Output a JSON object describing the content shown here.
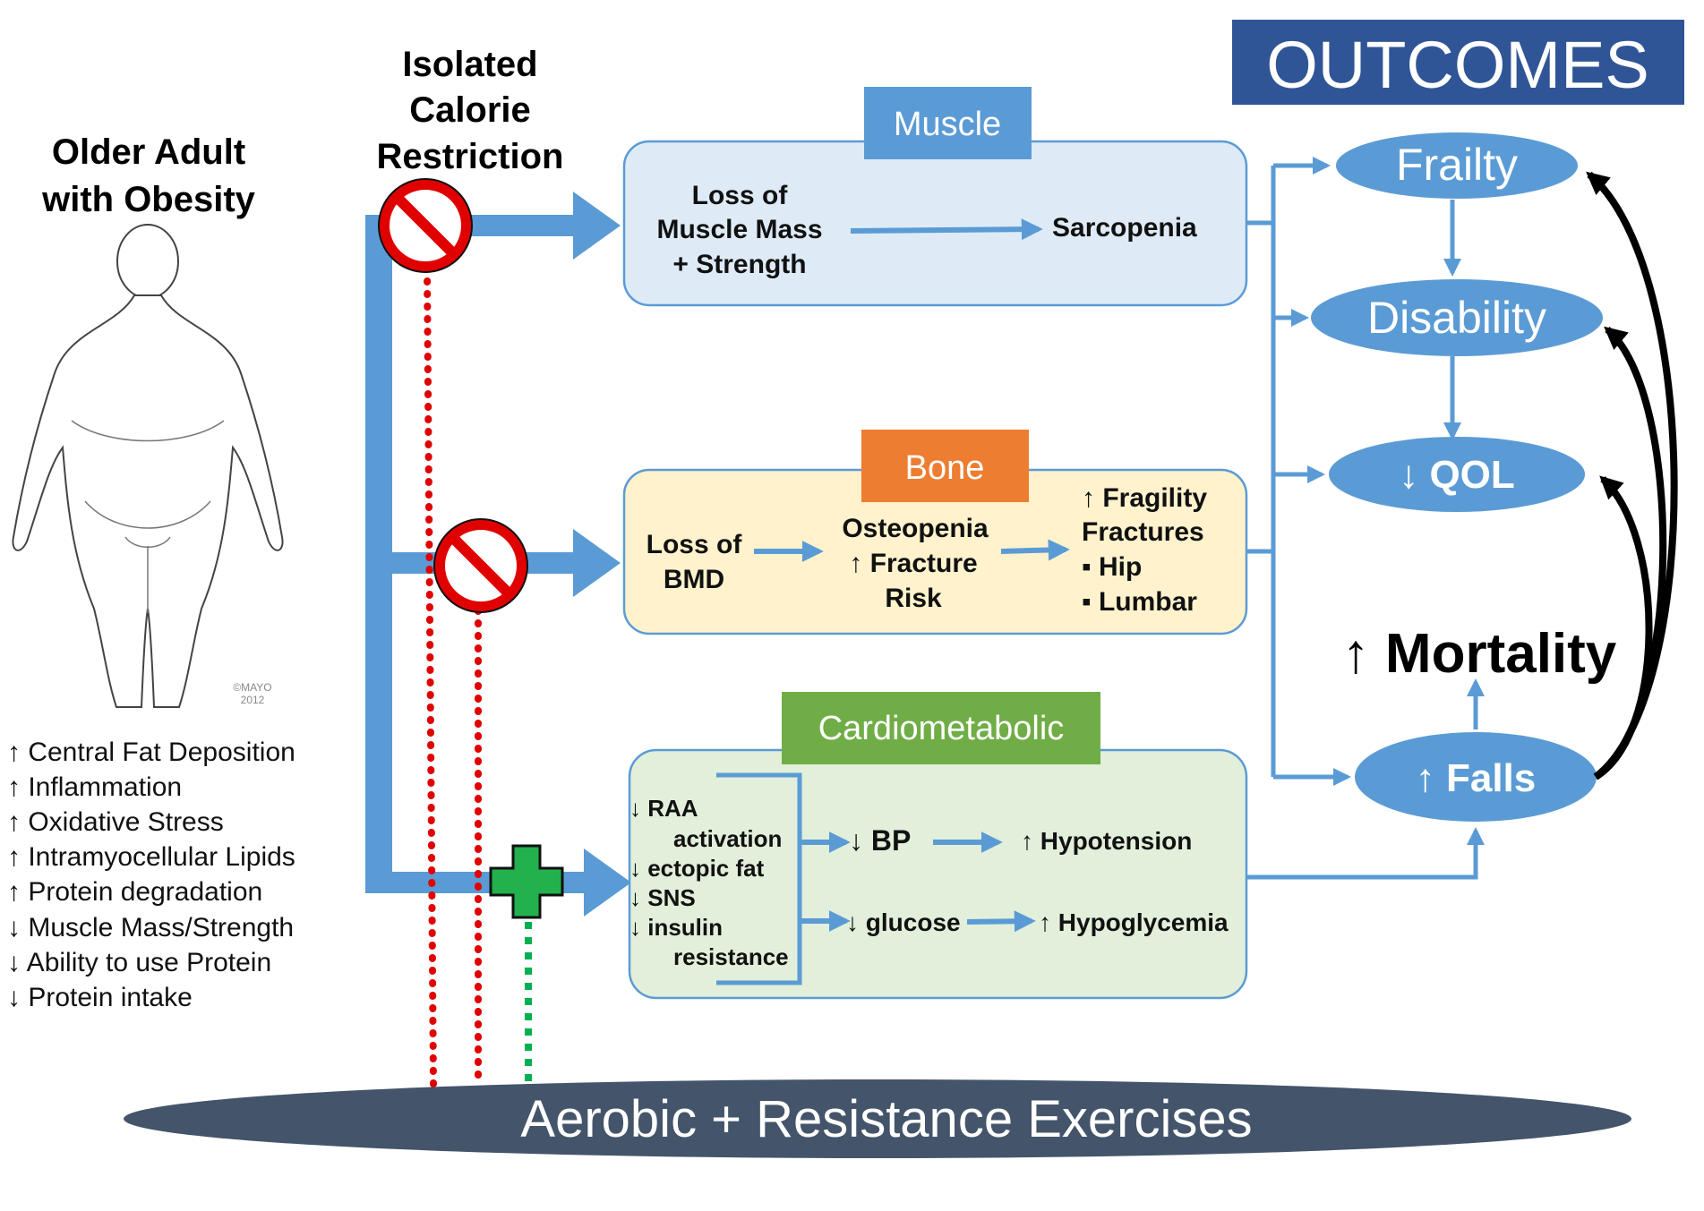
{
  "header": {
    "outcomes_title": "OUTCOMES",
    "subject_line1": "Older Adult",
    "subject_line2": "with Obesity",
    "intervention_line1": "Isolated",
    "intervention_line2": "Calorie",
    "intervention_line3": "Restriction",
    "watermark_line1": "©MAYO",
    "watermark_line2": "2012"
  },
  "risk_factors": [
    "↑ Central Fat Deposition",
    "↑ Inflammation",
    "↑ Oxidative Stress",
    "↑ Intramyocellular  Lipids",
    "↑ Protein degradation",
    "↓ Muscle Mass/Strength",
    "↓ Ability to use Protein",
    "↓ Protein intake"
  ],
  "muscle": {
    "title": "Muscle",
    "loss_line1": "Loss of",
    "loss_line2": "Muscle Mass",
    "loss_line3": "+ Strength",
    "result": "Sarcopenia"
  },
  "bone": {
    "title": "Bone",
    "loss_line1": "Loss of",
    "loss_line2": "BMD",
    "mid_line1": "Osteopenia",
    "mid_line2": "↑ Fracture",
    "mid_line3": "Risk",
    "frac_line1": "↑  Fragility",
    "frac_line2": "Fractures",
    "frac_line3": "▪  Hip",
    "frac_line4": "▪  Lumbar"
  },
  "cardio": {
    "title": "Cardiometabolic",
    "c1": "↓ RAA",
    "c2": "activation",
    "c3": "↓ ectopic fat",
    "c4": "↓ SNS",
    "c5": "↓ insulin",
    "c6": "resistance",
    "bp": "↓ BP",
    "hypotension": "↑ Hypotension",
    "glucose": "↓ glucose",
    "hypoglycemia": "↑ Hypoglycemia"
  },
  "outcomes": {
    "frailty": "Frailty",
    "disability": "Disability",
    "qol": "↓ QOL",
    "falls": "↑ Falls",
    "mortality": "↑ Mortality"
  },
  "exercise": {
    "label": "Aerobic + Resistance Exercises"
  },
  "colors": {
    "arrow_blue": "#5b9bd5",
    "outcomes_navy": "#2f5597",
    "muscle_header": "#5b9bd5",
    "muscle_box": "#deebf7",
    "bone_header": "#ed7d31",
    "bone_box": "#fff2cc",
    "cardio_header": "#70ad47",
    "cardio_box": "#e2efda",
    "ellipse_blue": "#5b9bd5",
    "exercise_dark": "#44546a",
    "no_sign_red": "#e00000",
    "plus_green": "#22b14c",
    "dotted_red": "#e00000",
    "dotted_green": "#00b050"
  }
}
